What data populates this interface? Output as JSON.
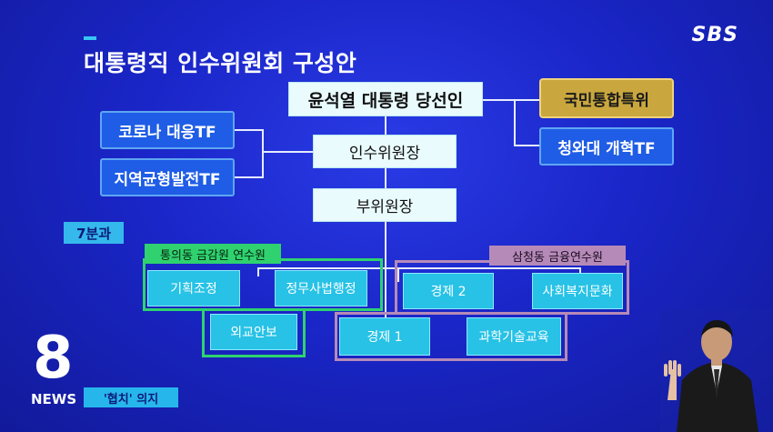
{
  "header": {
    "title": "대통령직 인수위원회 구성안",
    "broadcaster": "SBS"
  },
  "org": {
    "president_elect": "윤석열 대통령 당선인",
    "chair": "인수위원장",
    "vice_chair": "부위원장",
    "right_committees": [
      "국민통합특위",
      "청와대 개혁TF"
    ],
    "left_committees": [
      "코로나 대응TF",
      "지역균형발전TF"
    ],
    "subcommittee_count_label": "7분과",
    "group_tongui": {
      "label": "통의동 금감원 연수원",
      "items": [
        "기획조정",
        "정무사법행정",
        "외교안보"
      ]
    },
    "group_samcheong": {
      "label": "삼청동 금융연수원",
      "items": [
        "경제 2",
        "사회복지문화",
        "경제 1",
        "과학기술교육"
      ]
    }
  },
  "footer": {
    "news_number": "8",
    "news_label": "NEWS",
    "caption": "'협치' 의지"
  },
  "colors": {
    "background": "#1a26c8",
    "white_box": "#e9fbfd",
    "blue_box": "#1f5de6",
    "gold_box": "#c9a73e",
    "cyan_box": "#27c2e6",
    "green_group": "#2fd26f",
    "mauve_group": "#b68ab8"
  }
}
